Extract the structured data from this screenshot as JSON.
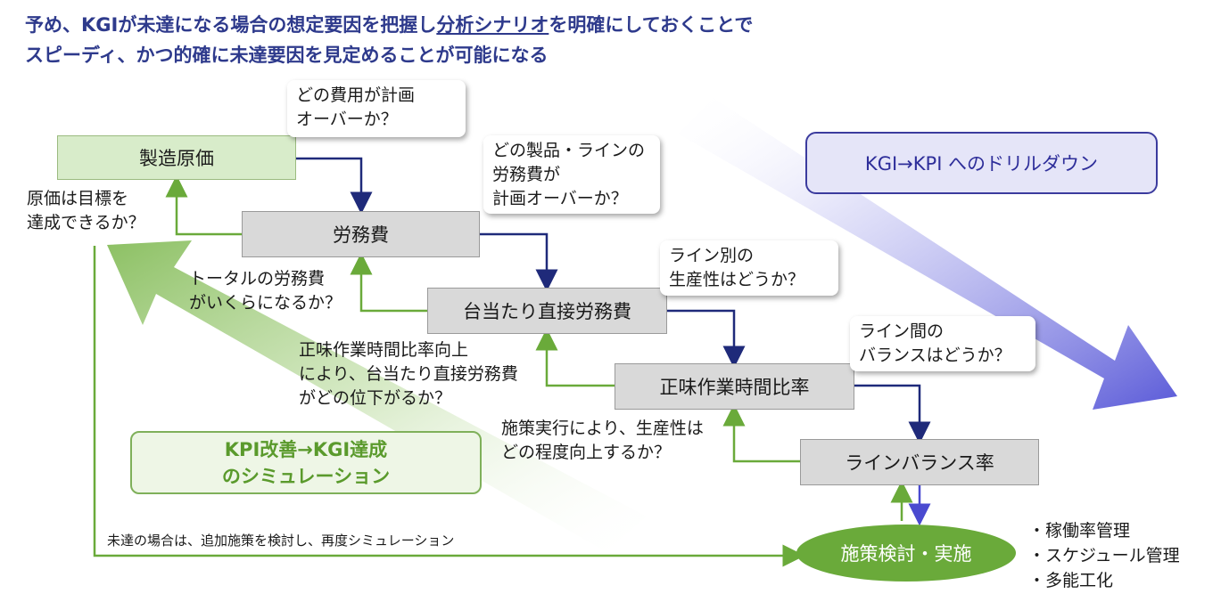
{
  "title": {
    "line1_a": "予め、KGIが未達になる場合の想定要因を把握し",
    "line1_b": "分析シナリオ",
    "line1_c": "を明確にしておくことで",
    "line2": "スピーディ、かつ的確に未達要因を見定めることが可能になる"
  },
  "boxes": {
    "manufacturing_cost": "製造原価",
    "labor_cost": "労務費",
    "direct_labor_per_unit": "台当たり直接労務費",
    "net_work_time_ratio": "正味作業時間比率",
    "line_balance_rate": "ラインバランス率"
  },
  "callouts": {
    "cost_over": "どの費用が計画\nオーバーか？",
    "product_line": "どの製品・ラインの\n労務費が\n計画オーバーか？",
    "line_productivity": "ライン別の\n生産性はどうか？",
    "line_balance": "ライン間の\nバランスはどうか？"
  },
  "questions": {
    "cost_target": "原価は目標を\n達成できるか？",
    "total_labor": "トータルの労務費\nがいくらになるか？",
    "net_time_up": "正味作業時間比率向上\nにより、台当たり直接労務費\nがどの位下がるか？",
    "productivity_up": "施策実行により、生産性は\nどの程度向上するか？"
  },
  "kgi_label": "KGI→KPI へのドリルダウン",
  "kpi_label": "KPI改善→KGI達成\nのシミュレーション",
  "retry_note": "未達の場合は、追加施策を検討し、再度シミュレーション",
  "action": "施策検討・実施",
  "measures": [
    "・稼働率管理",
    "・スケジュール管理",
    "・多能工化"
  ],
  "colors": {
    "title": "#2e3a8c",
    "drilldown_arrow": "#6b6be0",
    "simulation_arrow": "#8cc063",
    "navy_connector": "#1f2a7a",
    "green_connector": "#6aaa3a"
  }
}
